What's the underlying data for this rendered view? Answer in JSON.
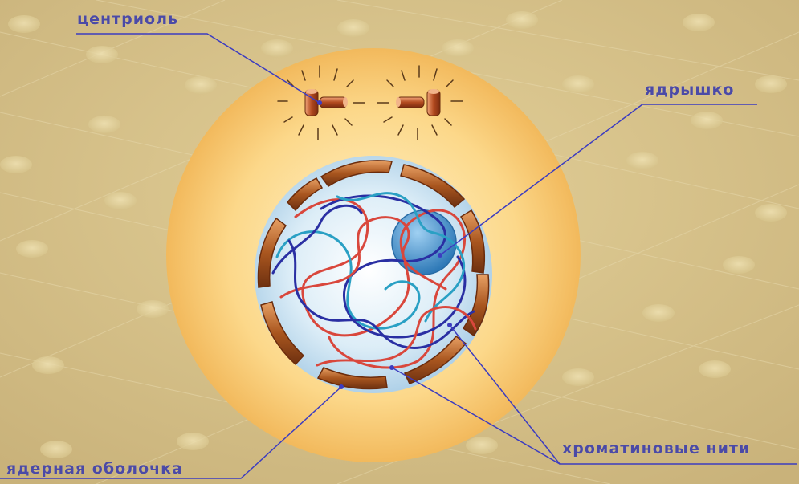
{
  "labels": {
    "centriole": "центриоль",
    "nucleolus": "ядрышко",
    "chromatin": "хроматиновые нити",
    "envelope": "ядерная оболочка"
  },
  "colors": {
    "background": "#d4c089",
    "label_text": "#4b4aa6",
    "leader_line": "#3c3cc0",
    "cytoplasm": "#fbd98e",
    "nucleus": "#cfe6f3",
    "envelope_segment": "#a0501c",
    "nucleolus": "#4b9bd3",
    "chromatin_red": "#d9473c",
    "chromatin_blue": "#2a2fa3",
    "chromatin_teal": "#2aa0c4"
  }
}
